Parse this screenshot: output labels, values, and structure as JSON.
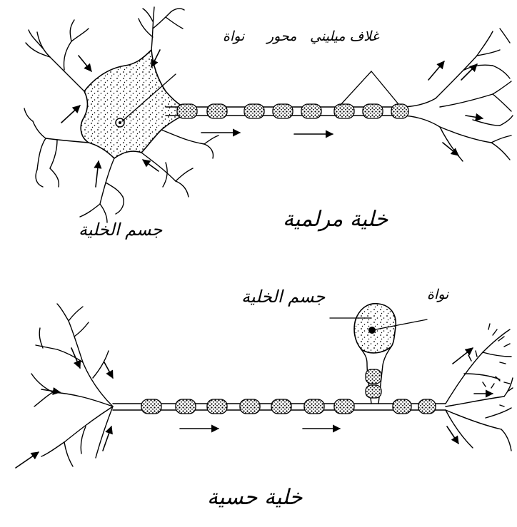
{
  "top_neuron": {
    "caption": "خلية مرلمية",
    "labels": {
      "myelin_sheath": "غلاف ميليني",
      "axon": "محور",
      "nucleus": "نواة",
      "cell_body": "جسم الخلية"
    }
  },
  "bottom_neuron": {
    "caption": "خلية حسية",
    "labels": {
      "cell_body": "جسم الخلية",
      "nucleus": "نواة"
    }
  }
}
